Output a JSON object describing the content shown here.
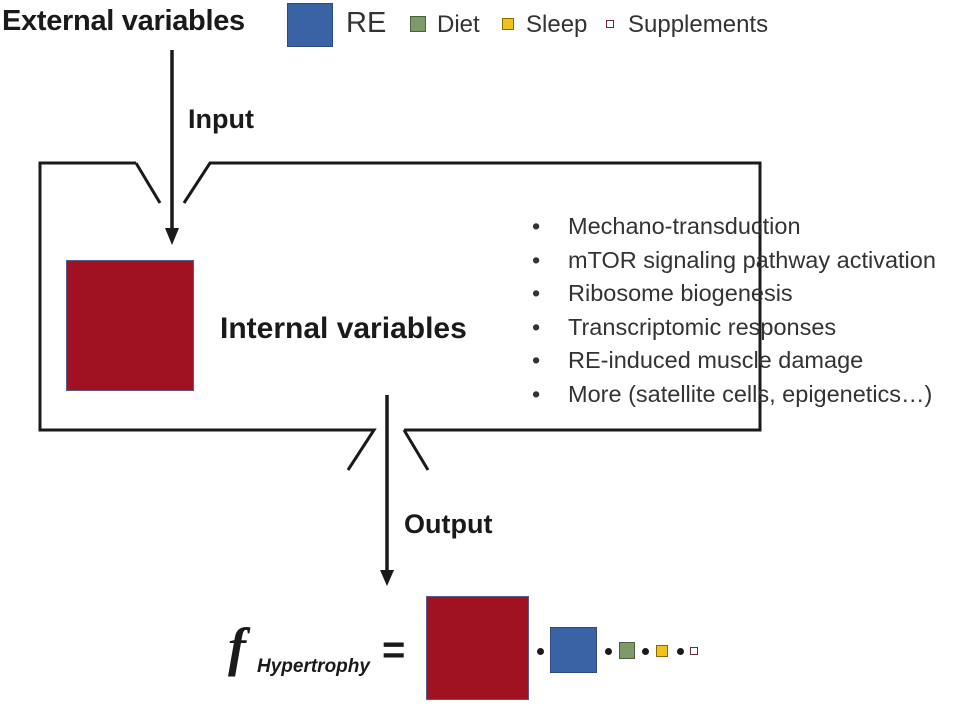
{
  "external_title": "External variables",
  "legend": [
    {
      "label": "RE",
      "color": "#3a63a6"
    },
    {
      "label": "Diet",
      "color": "#7f9a6a"
    },
    {
      "label": "Sleep",
      "color": "#f0c11a"
    },
    {
      "label": "Supplements",
      "color": "#ffffff"
    }
  ],
  "input_label": "Input",
  "internal_title": "Internal variables",
  "internal_color": "#a01222",
  "bullets": [
    "Mechano-transduction",
    "mTOR signaling pathway activation",
    "Ribosome biogenesis",
    "Transcriptomic responses",
    "RE-induced muscle damage",
    "More (satellite cells, epigenetics…)"
  ],
  "output_label": "Output",
  "formula": {
    "symbol": "f",
    "subscript": "Hypertrophy",
    "equals": "="
  }
}
